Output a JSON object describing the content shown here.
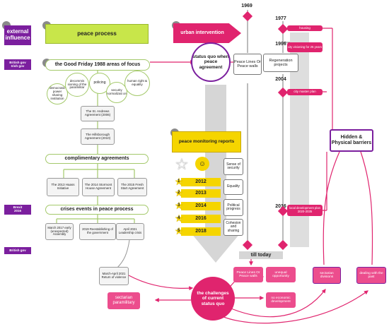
{
  "years": {
    "y1969": "1969",
    "y1977": "1977",
    "y1996": "1996",
    "y2004": "2004",
    "y2016": "2016"
  },
  "left": {
    "external_influence": "external influence",
    "peace_process": "peace process",
    "gov_tags": {
      "british_irish": "British gov\nIrish gov",
      "brexit": "Brexit\n2016",
      "british": "British gov"
    },
    "gfa_header": "the Good Friday 1988 areas of focus",
    "gfa_items": {
      "democratic": "democratic power sharing institution",
      "decommissioning": "decommis sioning of the paramilitar",
      "policing": "policing",
      "security": "security normalizati on",
      "human_rights": "human right & equality"
    },
    "st_andrews": "The St. Andrews Agreement (2006)",
    "hillsborough": "The Hillsborough Agreement (2010)",
    "complimentary": "complimentary agreements",
    "agreements": {
      "haass": "The 2013 Haass Initiative",
      "stormont": "The 2014 Stormont House Agreement",
      "fresh_start": "The 2015 Fresh Start Agreement"
    },
    "crises_header": "crises events in peace process",
    "crises": {
      "march2017": "March 2017 early (unexpected) Assembly",
      "y2019": "2019 Reestablishing of the government",
      "april2021": "April 2021 Leadership crisis",
      "march_april_2021": "March-April 2021 Return of violence"
    }
  },
  "center": {
    "urban_intervention": "urban intervention",
    "status_quo": "status quo when peace agreement",
    "peace_monitoring": "peace monitoring reports",
    "report_years": [
      "2012",
      "2013",
      "2014",
      "2016",
      "2018"
    ],
    "report_stars": [
      "1",
      "2",
      "3",
      "4",
      "5"
    ],
    "indicators": [
      "Sense of security",
      "Equality",
      "Political progress",
      "Cohesion and sharing"
    ],
    "till_today": "till today",
    "challenges": "the challenges of current status quo",
    "sectarian_paramilitary": "sectarian paramilitary"
  },
  "right": {
    "peace_lines": "Peace Lines Or Peace walls",
    "regeneration": "Regeneration projects",
    "housing": "housing",
    "city_visioning": "city visioning for 25 years",
    "city_master_plan": "city master plan",
    "local_dev_plan": "local development plan 2020-2035",
    "hidden_barriers": "Hidden & Physical barriers"
  },
  "bottom": {
    "peace_lines_walls": "Peace Lines Or Peace walls",
    "unequal": "unequal opportunity",
    "no_economic": "no economic development",
    "sectarian_divisions": "sectarian divisions",
    "dealing_past": "dealing with the past"
  },
  "colors": {
    "accent_pink": "#e0246e",
    "accent_purple": "#7b1f9e",
    "lime": "#c8e64a",
    "green_border": "#a4c96b",
    "yellow": "#f5d500"
  }
}
